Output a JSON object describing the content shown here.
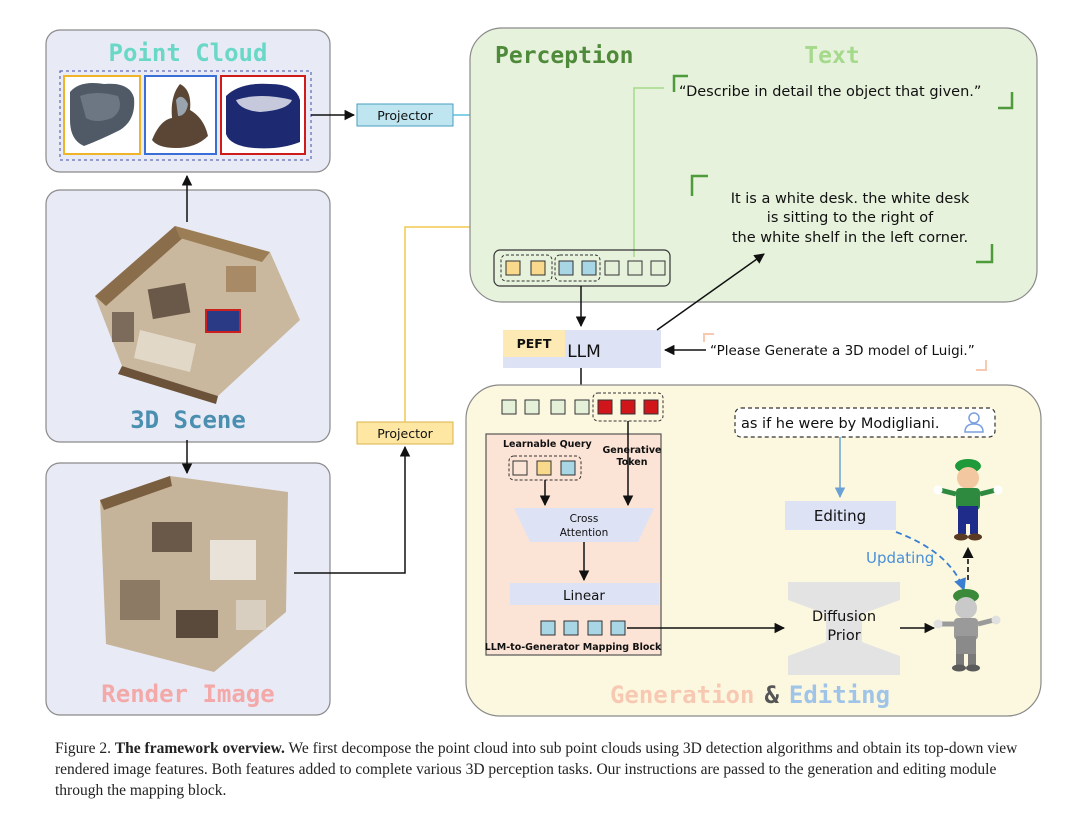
{
  "panels": {
    "point_cloud": "Point Cloud",
    "scene": "3D Scene",
    "render": "Render Image",
    "perception": "Perception",
    "text": "Text",
    "generation": "Generation",
    "amp": "&",
    "editing_word": "Editing"
  },
  "labels": {
    "projector_top": "Projector",
    "projector_mid": "Projector",
    "peft": "PEFT",
    "llm": "LLM",
    "learnable_query": "Learnable Query",
    "generative": "Generative",
    "token": "Token",
    "cross": "Cross",
    "attention": "Attention",
    "linear": "Linear",
    "mapping_block": "LLM-to-Generator Mapping Block",
    "editing_box": "Editing",
    "updating": "Updating",
    "diffusion": "Diffusion",
    "prior": "Prior"
  },
  "texts": {
    "instruction": "“Describe in detail the object that given.”",
    "answer_1": "It is a white desk. the white desk",
    "answer_2": "is sitting to the right of",
    "answer_3": "the white shelf in the left corner.",
    "gen_prompt": "“Please Generate a 3D model of Luigi.”",
    "edit_prompt": "as if he were by Modigliani."
  },
  "caption": {
    "prefix": "Figure 2.",
    "bold": "The framework overview.",
    "body": "We first decompose the point cloud into sub point clouds using 3D detection algorithms and obtain its top-down view rendered image features. Both features added to complete various 3D perception tasks. Our instructions are passed to the generation and editing module through the mapping block."
  },
  "colors": {
    "panel_left": "#e8eaf6",
    "perception_bg": "#e6f2dc",
    "generation_bg": "#fcf8e0",
    "point_cloud_title": "#6ad8c6",
    "scene_title": "#4a8fb0",
    "render_title": "#f4a9a9",
    "perception_title": "#4f8a3a",
    "text_title": "#a5d98b",
    "token_yellow": "#f9d98c",
    "token_blue": "#a9d6e5",
    "token_red": "#d0151b",
    "token_green": "#e4f0d8",
    "projector_blue": "#bfe6f0",
    "projector_yellow": "#fde7a3",
    "llm_box": "#dde3f5",
    "mapping_bg": "#fbe3d6",
    "gen_title": "#f7c9b3",
    "edit_title": "#9fc4e8"
  }
}
